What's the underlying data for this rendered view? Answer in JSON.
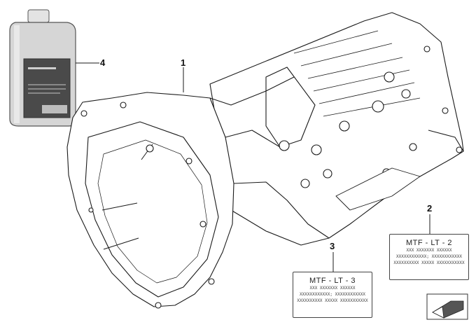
{
  "callouts": [
    {
      "id": "1",
      "text": "1"
    },
    {
      "id": "2",
      "text": "2"
    },
    {
      "id": "3",
      "text": "3"
    },
    {
      "id": "4",
      "text": "4"
    }
  ],
  "labels": {
    "lt2": {
      "title": "MTF - LT - 2",
      "lines": [
        "XXX XXXXXXX XXXXXX",
        "XXXXXXXXXXXX; XXXXXXXXXXXX",
        "XXXXXXXXXX XXXXX XXXXXXXXXXX"
      ]
    },
    "lt3": {
      "title": "MTF - LT - 3",
      "lines": [
        "XXX XXXXXXX XXXXXX",
        "XXXXXXXXXXXX; XXXXXXXXXXXX",
        "XXXXXXXXXX XXXXX XXXXXXXXXXX"
      ]
    }
  },
  "colors": {
    "line": "#1a1a1a",
    "bottle_body": "#d9d9d9",
    "bottle_label": "#4a4a4a",
    "housing": "#ffffff"
  },
  "icons": {
    "bottle": "oil-bottle-icon",
    "nav": "arrow-nav-icon"
  }
}
